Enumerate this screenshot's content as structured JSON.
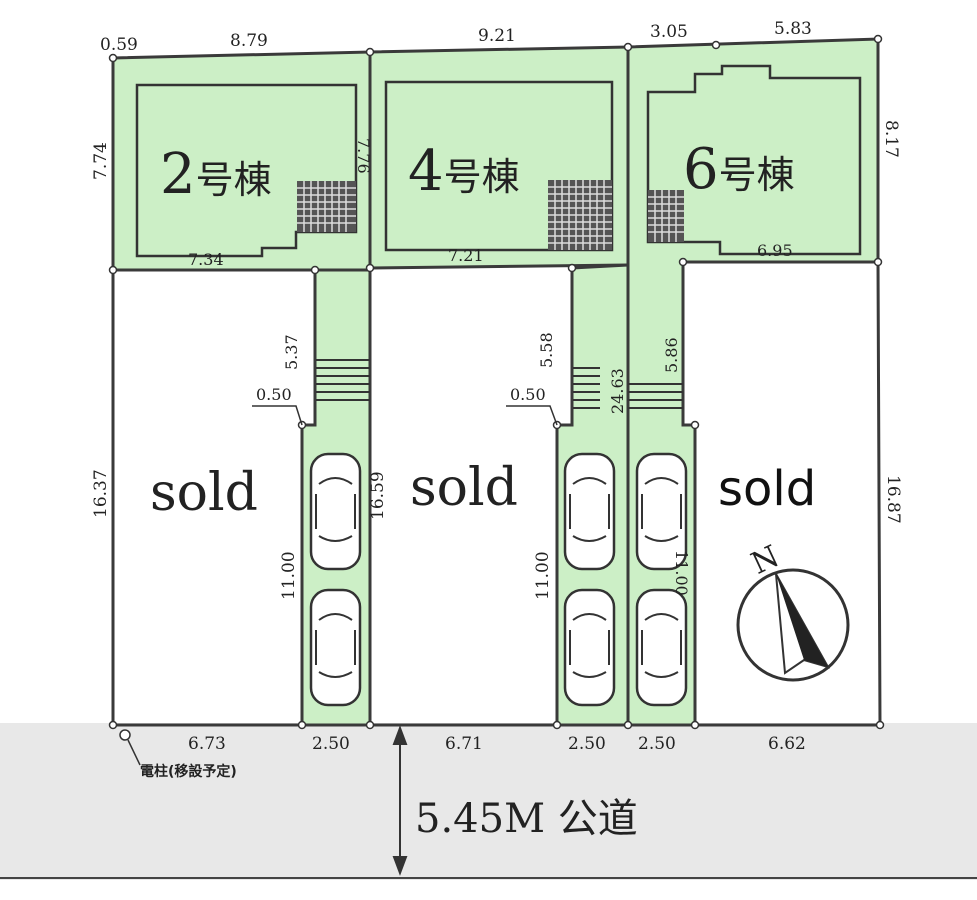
{
  "colors": {
    "lot_green": "#ccefc6",
    "road_gray": "#e8e8e8",
    "line": "#3a3a3a"
  },
  "top_edge": {
    "d1": "0.59",
    "d2": "8.79",
    "d3": "9.21",
    "d4": "3.05",
    "d5": "5.83"
  },
  "lot2": {
    "building_label": "2",
    "building_suffix": "号棟",
    "left_depth": "7.74",
    "bldg_depth": "7.76",
    "bldg_width": "7.34",
    "path_len": "5.37",
    "step": "0.50",
    "parking_len": "11.00",
    "front_left": "6.73",
    "front_right": "2.50"
  },
  "lot4": {
    "building_label": "4",
    "building_suffix": "号棟",
    "bldg_width": "7.21",
    "path_len": "5.58",
    "shared_len": "24.63",
    "step": "0.50",
    "parking_len": "11.00",
    "front_right": "2.50"
  },
  "lot6": {
    "building_label": "6",
    "building_suffix": "号棟",
    "right_depth": "8.17",
    "bldg_width": "6.95",
    "path_len": "5.86",
    "parking_len": "11.00",
    "front_left": "2.50",
    "front_right": "6.62"
  },
  "sold_lots": {
    "a": {
      "label": "sold",
      "depth": "16.37"
    },
    "b": {
      "label": "sold",
      "depth": "16.59",
      "front": "6.71"
    },
    "c": {
      "label": "sold",
      "depth": "16.87"
    }
  },
  "road": {
    "label": "5.45M 公道"
  },
  "pole": {
    "label": "電柱(移設予定)"
  },
  "compass": {
    "label": "N"
  }
}
